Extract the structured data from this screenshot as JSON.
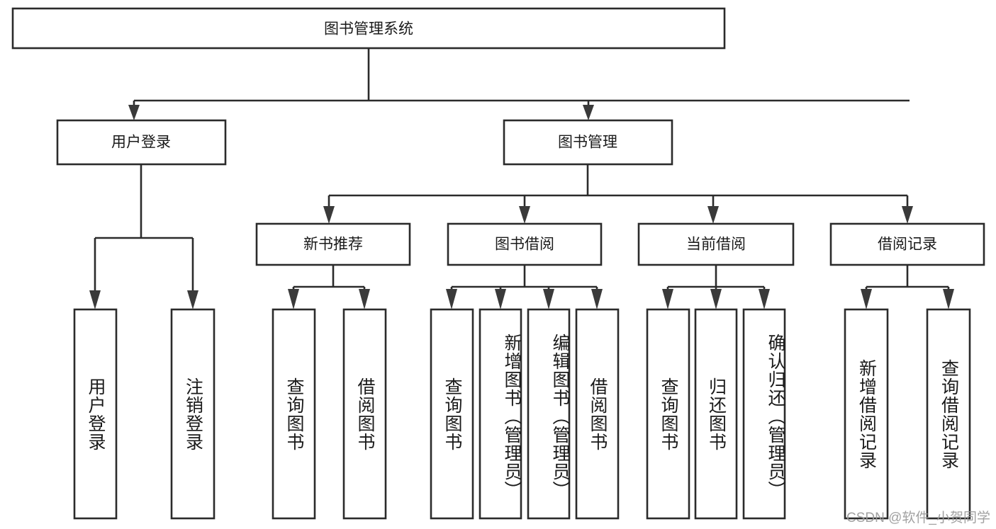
{
  "diagram": {
    "type": "tree-hierarchy",
    "title": "图书管理系统",
    "orientation": "top-down",
    "colors": {
      "box_stroke": "#2b2b2b",
      "box_fill": "#ffffff",
      "connector": "#2b2b2b",
      "arrow": "#3a3a3a",
      "text": "#1a1a1a",
      "watermark": "#9a9a9a",
      "background": "#ffffff"
    },
    "levels": {
      "root": {
        "label": "图书管理系统"
      },
      "level2": [
        {
          "label": "用户登录"
        },
        {
          "label": "图书管理"
        }
      ],
      "level3": [
        {
          "label": "新书推荐",
          "parent": "图书管理"
        },
        {
          "label": "图书借阅",
          "parent": "图书管理"
        },
        {
          "label": "当前借阅",
          "parent": "图书管理"
        },
        {
          "label": "借阅记录",
          "parent": "图书管理"
        }
      ],
      "level_leaf": [
        {
          "label": "用户登录",
          "parent": "用户登录"
        },
        {
          "label": "注销登录",
          "parent": "用户登录"
        },
        {
          "label": "查询图书",
          "parent": "新书推荐"
        },
        {
          "label": "借阅图书",
          "parent": "新书推荐"
        },
        {
          "label": "查询图书",
          "parent": "图书借阅"
        },
        {
          "label": "新增图书（管理员）",
          "parent": "图书借阅"
        },
        {
          "label": "编辑图书（管理员）",
          "parent": "图书借阅"
        },
        {
          "label": "借阅图书",
          "parent": "图书借阅"
        },
        {
          "label": "查询图书",
          "parent": "当前借阅"
        },
        {
          "label": "归还图书",
          "parent": "当前借阅"
        },
        {
          "label": "确认归还（管理员）",
          "parent": "当前借阅"
        },
        {
          "label": "新增借阅记录",
          "parent": "借阅记录"
        },
        {
          "label": "查询借阅记录",
          "parent": "借阅记录"
        }
      ]
    },
    "watermark": "CSDN @软件_小贺同学"
  }
}
